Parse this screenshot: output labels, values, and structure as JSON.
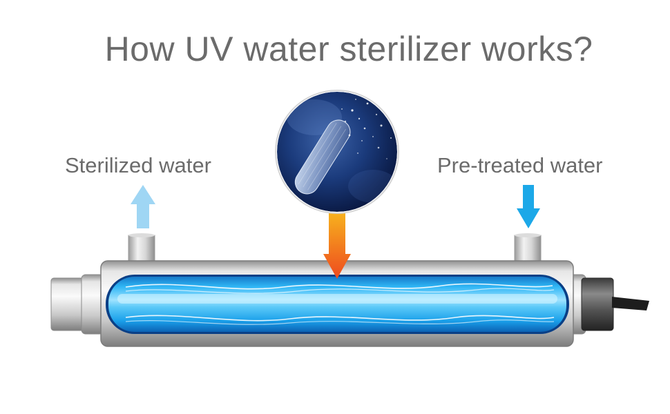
{
  "title": "How UV water sterilizer works?",
  "labels": {
    "outlet": "Sterilized water",
    "inlet": "Pre-treated water"
  },
  "colors": {
    "text": "#6b6b6b",
    "outlet_arrow": "#9fd6f4",
    "inlet_arrow": "#1ca8e8",
    "uv_arrow_top": "#f7b21e",
    "uv_arrow_bottom": "#ee4a1e",
    "uv_tube": "#1ea3ec",
    "housing": "#c8c8c8"
  },
  "icons": {
    "outlet_arrow": "arrow-up-icon",
    "inlet_arrow": "arrow-down-icon",
    "uv_arrow": "arrow-down-icon",
    "magnifier": "microbe-magnified-icon"
  }
}
